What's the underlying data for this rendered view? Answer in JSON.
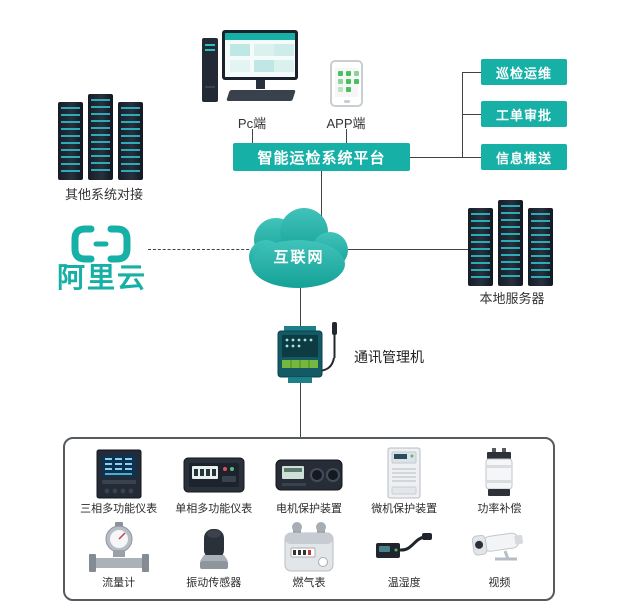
{
  "colors": {
    "accent_teal": "#16b0a6",
    "connector_line": "#3f4449",
    "server_dark": "#171d27"
  },
  "top": {
    "pc_label": "Pc端",
    "app_label": "APP端",
    "platform_label": "智能运检系统平台",
    "other_systems_label": "其他系统对接",
    "feature_buttons": [
      {
        "label": "巡检运维"
      },
      {
        "label": "工单审批"
      },
      {
        "label": "信息推送"
      }
    ]
  },
  "middle": {
    "aliyun_label": "阿里云",
    "internet_label": "互联网",
    "local_server_label": "本地服务器",
    "gateway_label": "通讯管理机"
  },
  "devices": {
    "row1": [
      {
        "label": "三相多功能仪表"
      },
      {
        "label": "单相多功能仪表"
      },
      {
        "label": "电机保护装置"
      },
      {
        "label": "微机保护装置"
      },
      {
        "label": "功率补偿"
      }
    ],
    "row2": [
      {
        "label": "流量计"
      },
      {
        "label": "振动传感器"
      },
      {
        "label": "燃气表"
      },
      {
        "label": "温湿度"
      },
      {
        "label": "视频"
      }
    ]
  }
}
